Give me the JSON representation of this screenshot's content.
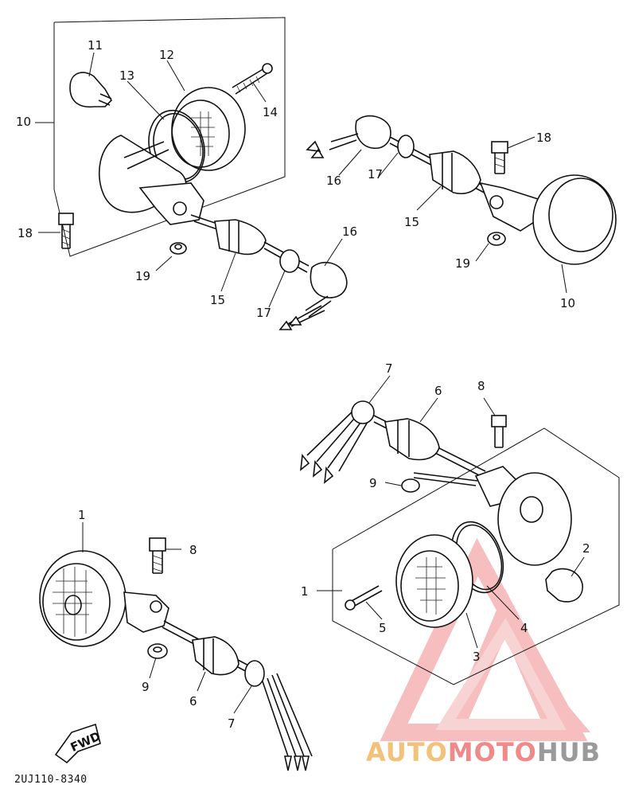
{
  "diagram_code": "2UJ110-8340",
  "fwd_label": "FWD",
  "watermark": {
    "part1": "AUTO",
    "part2": "MOTO",
    "part3": "HUB"
  },
  "colors": {
    "watermark_red": "#ef8a8a",
    "watermark_orange": "#f3c27a",
    "watermark_gray": "#9a9a9a"
  },
  "callouts": {
    "c11": "11",
    "c12": "12",
    "c13": "13",
    "c14": "14",
    "c10a": "10",
    "c18a": "18",
    "c19a": "19",
    "c15a": "15",
    "c17a": "17",
    "c16a": "16",
    "c16b": "16",
    "c17b": "17",
    "c15b": "15",
    "c18b": "18",
    "c19b": "19",
    "c10b": "10",
    "c7a": "7",
    "c6a": "6",
    "c8a": "8",
    "c9a": "9",
    "c2": "2",
    "c1a": "1",
    "c5": "5",
    "c4": "4",
    "c3": "3",
    "c1b": "1",
    "c8b": "8",
    "c9b": "9",
    "c6b": "6",
    "c7b": "7"
  }
}
